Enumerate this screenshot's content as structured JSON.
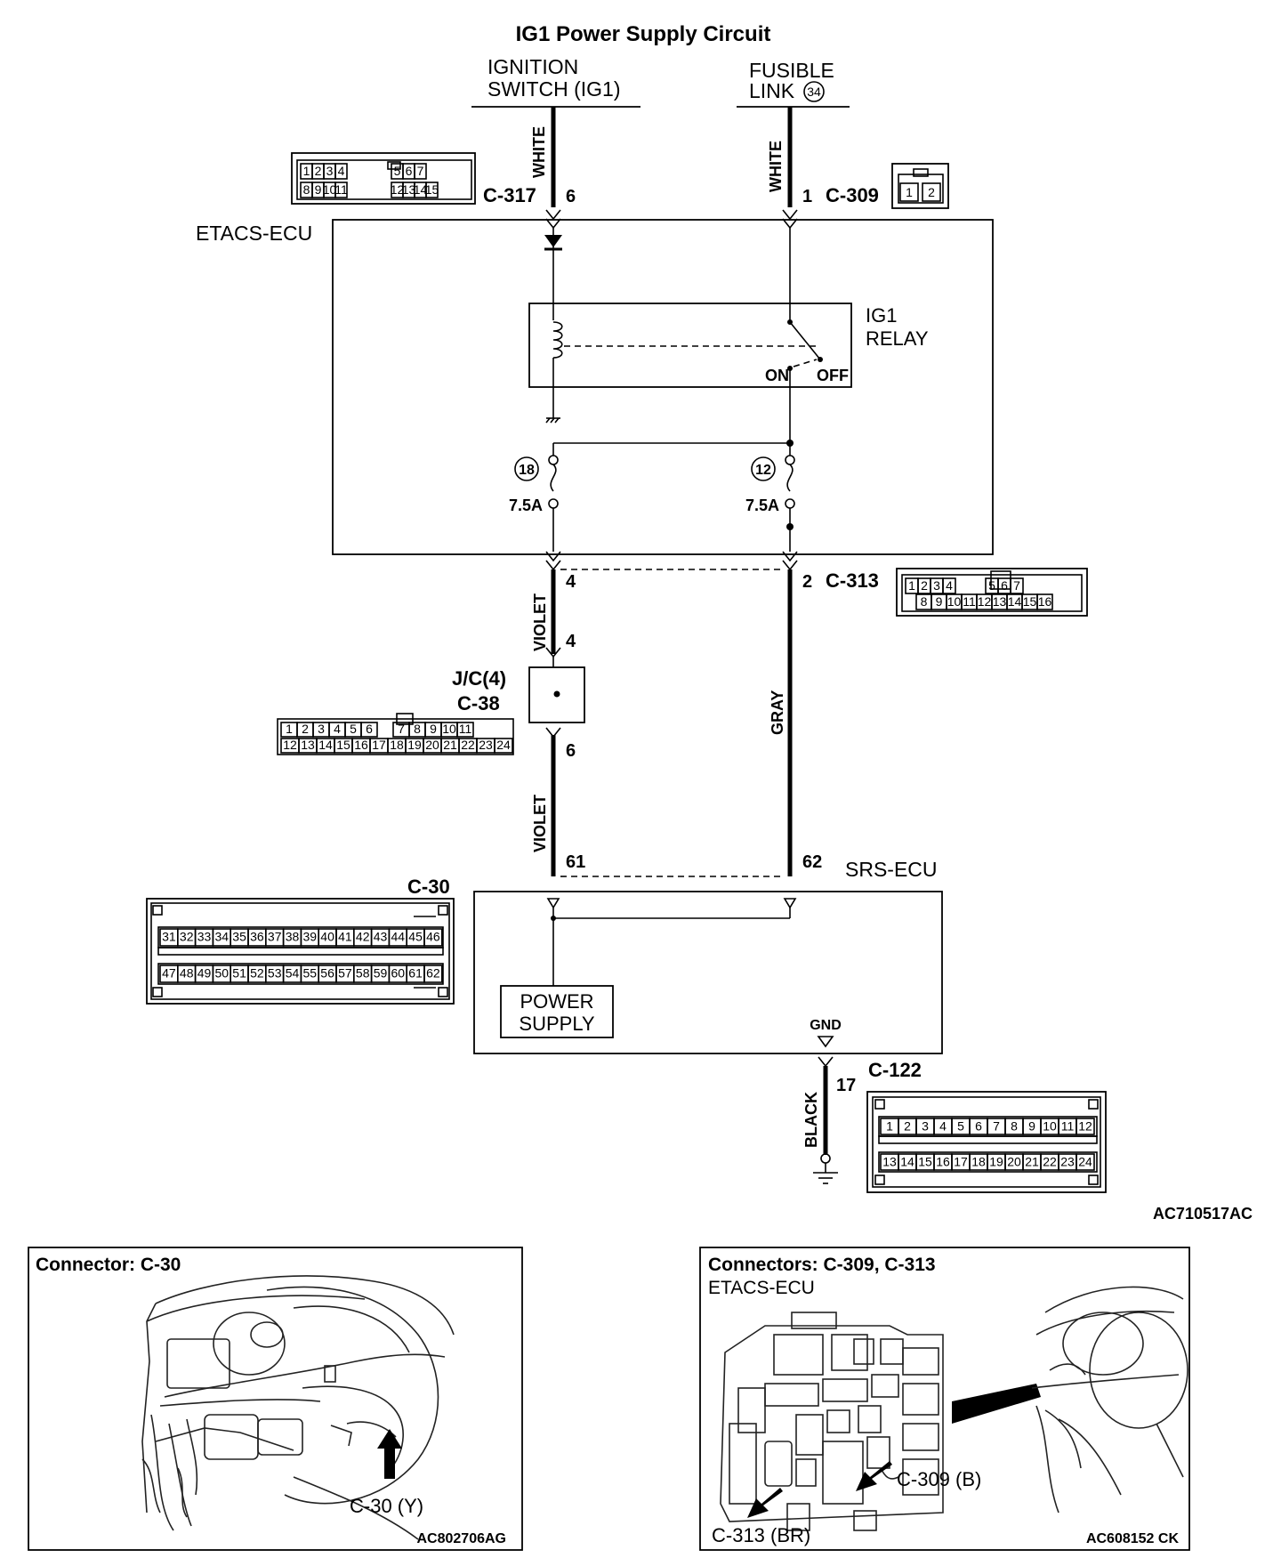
{
  "title": "IG1 Power Supply Circuit",
  "sources": {
    "ignition": [
      "IGNITION",
      "SWITCH (IG1)"
    ],
    "fusible": [
      "FUSIBLE",
      "LINK"
    ],
    "fusible_num": "34"
  },
  "wire_colors": {
    "left_top": "WHITE",
    "right_top": "WHITE",
    "violet_upper": "VIOLET",
    "violet_lower": "VIOLET",
    "gray": "GRAY",
    "black": "BLACK"
  },
  "ecus": {
    "etacs": "ETACS-ECU",
    "srs": "SRS-ECU",
    "relay": [
      "IG1",
      "RELAY"
    ],
    "relay_on": "ON",
    "relay_off": "OFF",
    "power_supply": [
      "POWER",
      "SUPPLY"
    ],
    "gnd": "GND"
  },
  "fuses": [
    {
      "num": "18",
      "rating": "7.5A"
    },
    {
      "num": "12",
      "rating": "7.5A"
    }
  ],
  "connectors": {
    "c317": {
      "label": "C-317",
      "pin": "6",
      "row1": [
        "1",
        "2",
        "3",
        "4",
        "5",
        "6",
        "7"
      ],
      "row2": [
        "8",
        "9",
        "10",
        "11",
        "12",
        "13",
        "14",
        "15"
      ]
    },
    "c309": {
      "label": "C-309",
      "pin": "1",
      "pins": [
        "1",
        "2"
      ]
    },
    "c313": {
      "label": "C-313",
      "pin_left": "4",
      "pin_right": "2",
      "row1": [
        "1",
        "2",
        "3",
        "4",
        "5",
        "6",
        "7"
      ],
      "row2": [
        "8",
        "9",
        "10",
        "11",
        "12",
        "13",
        "14",
        "15",
        "16"
      ]
    },
    "jc": {
      "label": "J/C(4)",
      "conn": "C-38",
      "pin_in": "4",
      "pin_out": "6",
      "row1": [
        "1",
        "2",
        "3",
        "4",
        "5",
        "6",
        "7",
        "8",
        "9",
        "10",
        "11"
      ],
      "row2": [
        "12",
        "13",
        "14",
        "15",
        "16",
        "17",
        "18",
        "19",
        "20",
        "21",
        "22",
        "23",
        "24"
      ]
    },
    "c30": {
      "label": "C-30",
      "pin_left": "61",
      "pin_right": "62",
      "row1": [
        "31",
        "32",
        "33",
        "34",
        "35",
        "36",
        "37",
        "38",
        "39",
        "40",
        "41",
        "42",
        "43",
        "44",
        "45",
        "46"
      ],
      "row2": [
        "47",
        "48",
        "49",
        "50",
        "51",
        "52",
        "53",
        "54",
        "55",
        "56",
        "57",
        "58",
        "59",
        "60",
        "61",
        "62"
      ]
    },
    "c122": {
      "label": "C-122",
      "pin": "17",
      "row1": [
        "1",
        "2",
        "3",
        "4",
        "5",
        "6",
        "7",
        "8",
        "9",
        "10",
        "11",
        "12"
      ],
      "row2": [
        "13",
        "14",
        "15",
        "16",
        "17",
        "18",
        "19",
        "20",
        "21",
        "22",
        "23",
        "24"
      ]
    }
  },
  "figure_codes": {
    "main": "AC710517AC",
    "left_panel": "AC802706AG",
    "right_panel": "AC608152 CK"
  },
  "panels": {
    "left": {
      "title": "Connector: C-30",
      "callout": "C-30 (Y)"
    },
    "right": {
      "title": "Connectors: C-309, C-313",
      "subtitle": "ETACS-ECU",
      "callout_b": "C-309 (B)",
      "callout_br": "C-313 (BR)"
    }
  }
}
